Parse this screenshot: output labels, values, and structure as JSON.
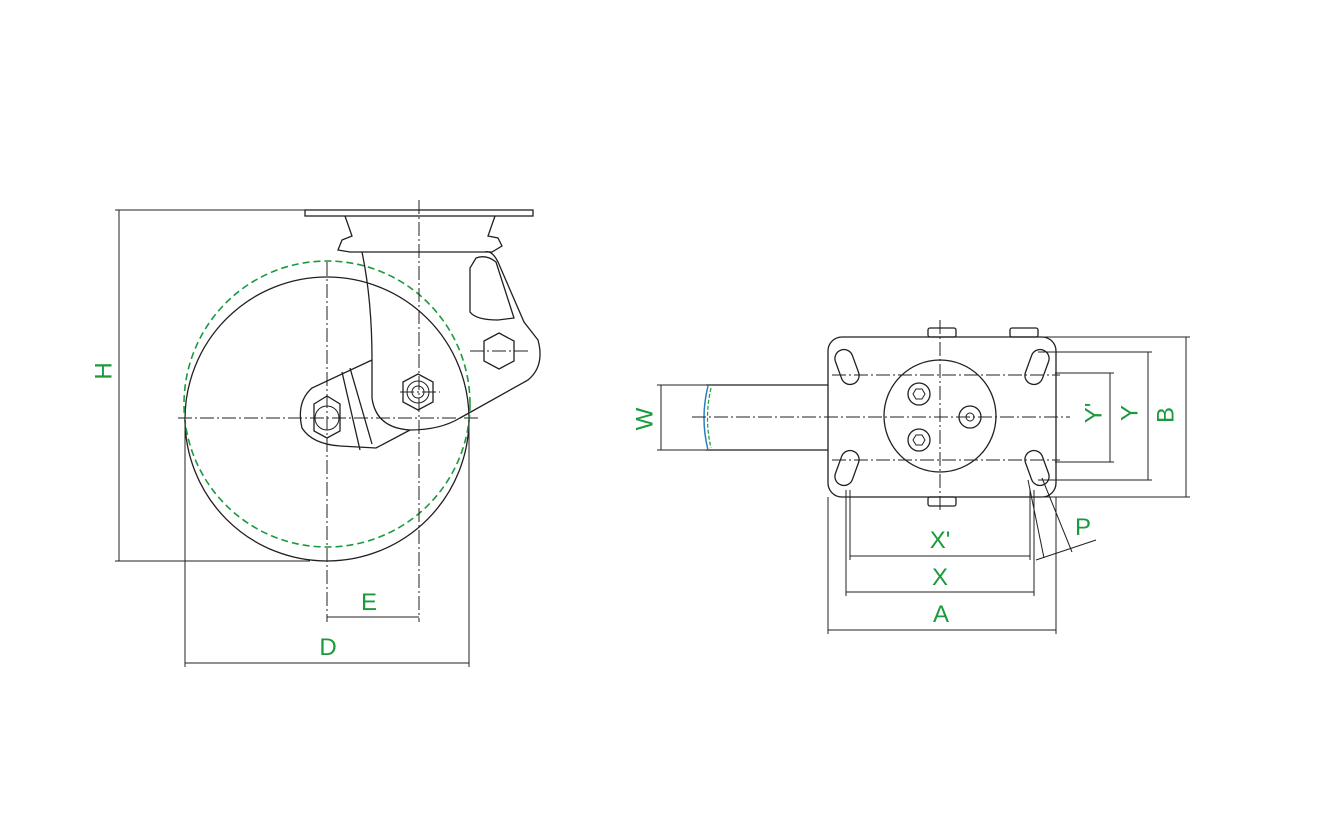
{
  "labels": {
    "H": "H",
    "D": "D",
    "E": "E",
    "W": "W",
    "A": "A",
    "B": "B",
    "X": "X",
    "X_prime": "X'",
    "Y": "Y",
    "Y_prime": "Y'",
    "P": "P"
  },
  "colors": {
    "line": "#231f20",
    "dimension_text": "#1a9a3c",
    "wheel_outline_dashed": "#1a9a3c",
    "wheel_edge_accent": "#2a7fc1"
  }
}
